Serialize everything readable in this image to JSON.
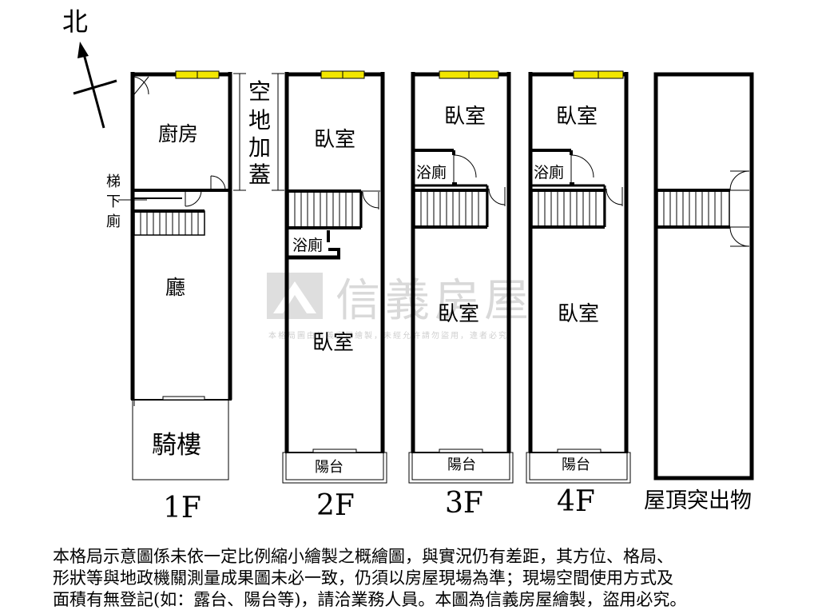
{
  "compass": {
    "north_label": "北"
  },
  "floors": {
    "f1": {
      "label": "1F",
      "rooms": {
        "kitchen": "廚房",
        "stair_toilet_1": "梯",
        "stair_toilet_2": "下",
        "stair_toilet_3": "廁",
        "living": "廳",
        "arcade": "騎樓"
      }
    },
    "f2": {
      "label": "2F",
      "extension_note": [
        "空",
        "地",
        "加",
        "蓋"
      ],
      "rooms": {
        "bedroom_front": "臥室",
        "bath": "浴廁",
        "bedroom_back": "臥室",
        "balcony": "陽台"
      }
    },
    "f3": {
      "label": "3F",
      "rooms": {
        "bedroom_front": "臥室",
        "bath": "浴廁",
        "bedroom_back": "臥室",
        "balcony": "陽台"
      }
    },
    "f4": {
      "label": "4F",
      "rooms": {
        "bedroom_front": "臥室",
        "bath": "浴廁",
        "bedroom_back": "臥室",
        "balcony": "陽台"
      }
    },
    "roof": {
      "label": "屋頂突出物"
    }
  },
  "watermark": {
    "brand": "信義房屋",
    "notice": "本格局圖由信義房屋繪製，未經允許請勿盜用，違者必究"
  },
  "disclaimer": [
    "本格局示意圖係未依一定比例縮小繪製之概繪圖，與實況仍有差距，其方位、格局、",
    "形狀等與地政機關測量成果圖未必一致，仍須以房屋現場為準；現場空間使用方式及",
    "面積有無登記(如：露台、陽台等)，請洽業務人員。本圖為信義房屋繪製，盜用必究。"
  ],
  "colors": {
    "window": "#f2e600",
    "wall": "#000000",
    "watermark": "#d9d9d9"
  }
}
